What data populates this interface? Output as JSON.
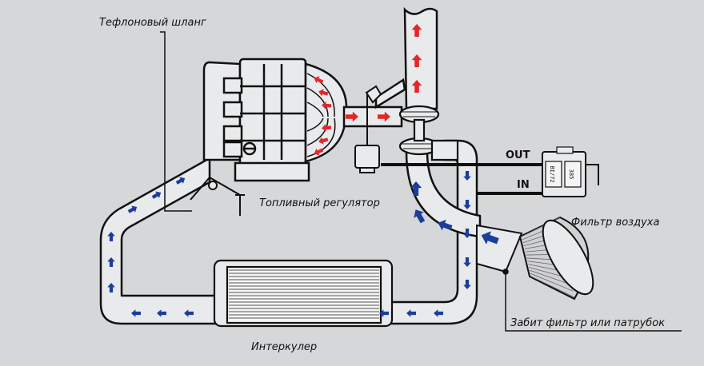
{
  "labels": {
    "teflon_hose": "Тефлоновый шланг",
    "fuel_regulator": "Топливный регулятор",
    "air_filter": "Фильтр воздуха",
    "intercooler": "Интеркулер",
    "clogged_filter": "Забит фильтр или патрубок",
    "out": "OUT",
    "in": "IN"
  },
  "sensor_module": {
    "left_text": "BI/72",
    "right_text": "385"
  },
  "colors": {
    "background": "#d6d7d9",
    "pipe_fill": "#e9eaec",
    "outline": "#111111",
    "hot_arrow": "#e3262c",
    "cold_arrow": "#1c3d9c"
  }
}
